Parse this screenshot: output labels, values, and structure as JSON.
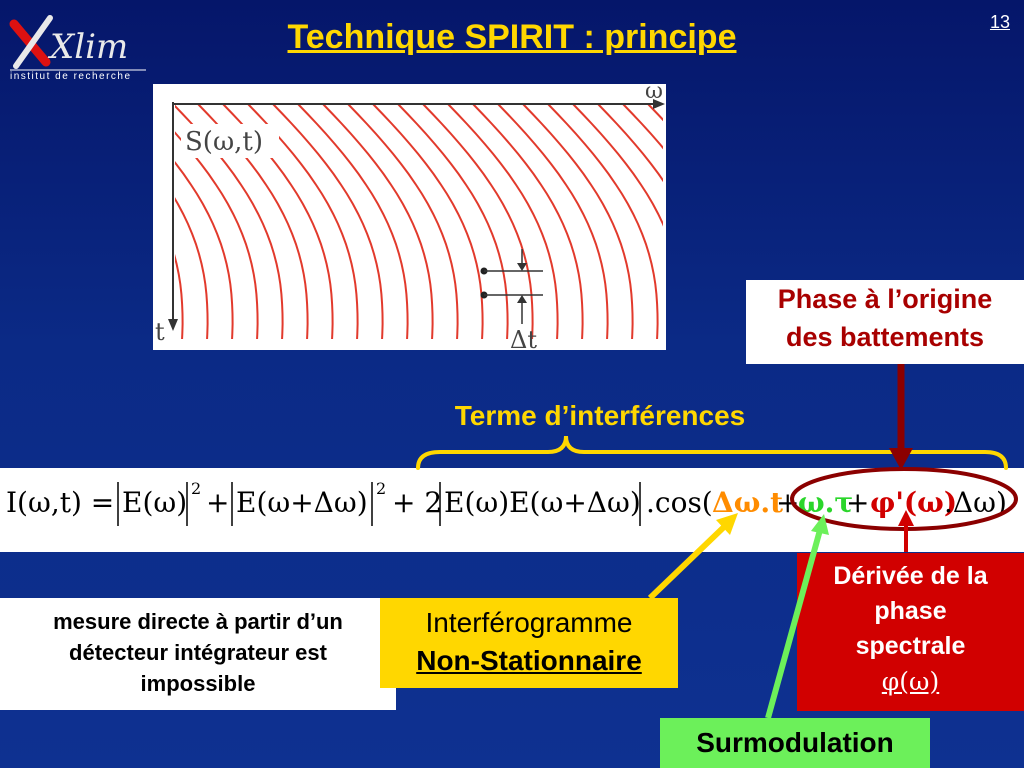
{
  "slide": {
    "title": "Technique SPIRIT : principe",
    "page_number": "13"
  },
  "logo": {
    "brand": "Xlim",
    "tagline": "institut de recherche"
  },
  "plot": {
    "signal_label": "S(ω,t)",
    "x_axis_label": "ω",
    "y_axis_label": "t",
    "delta_label": "Δt"
  },
  "formula": {
    "text": "I(ω,t) = |E(ω)|² + |E(ω+Δω)|² + 2|E(ω)E(ω+Δω)|.cos(Δω.t + ω.τ + φ'(ω).Δω)",
    "colors": {
      "dw_t": "#ff8c00",
      "w_tau": "#2bd62b",
      "phi_prime": "#d10000"
    }
  },
  "labels": {
    "phase_origin_line1": "Phase à l’origine",
    "phase_origin_line2": "des battements",
    "terme": "Terme d’interférences",
    "mesure_line1": "mesure directe à partir d’un",
    "mesure_line2": "détecteur intégrateur est",
    "mesure_line3": "impossible",
    "interf_line1": "Interférogramme",
    "interf_line2": "Non-Stationnaire",
    "derivee_line1": "Dérivée de la",
    "derivee_line2": "phase",
    "derivee_line3": "spectrale",
    "derivee_phi": "φ(ω)",
    "surmodulation": "Surmodulation"
  },
  "colors": {
    "title": "#ffd700",
    "phase_text": "#a80000",
    "derivee_bg": "#d10000",
    "interf_bg": "#ffd700",
    "surmod_bg": "#6cf05a",
    "plot_lines": "#e23a2c"
  }
}
